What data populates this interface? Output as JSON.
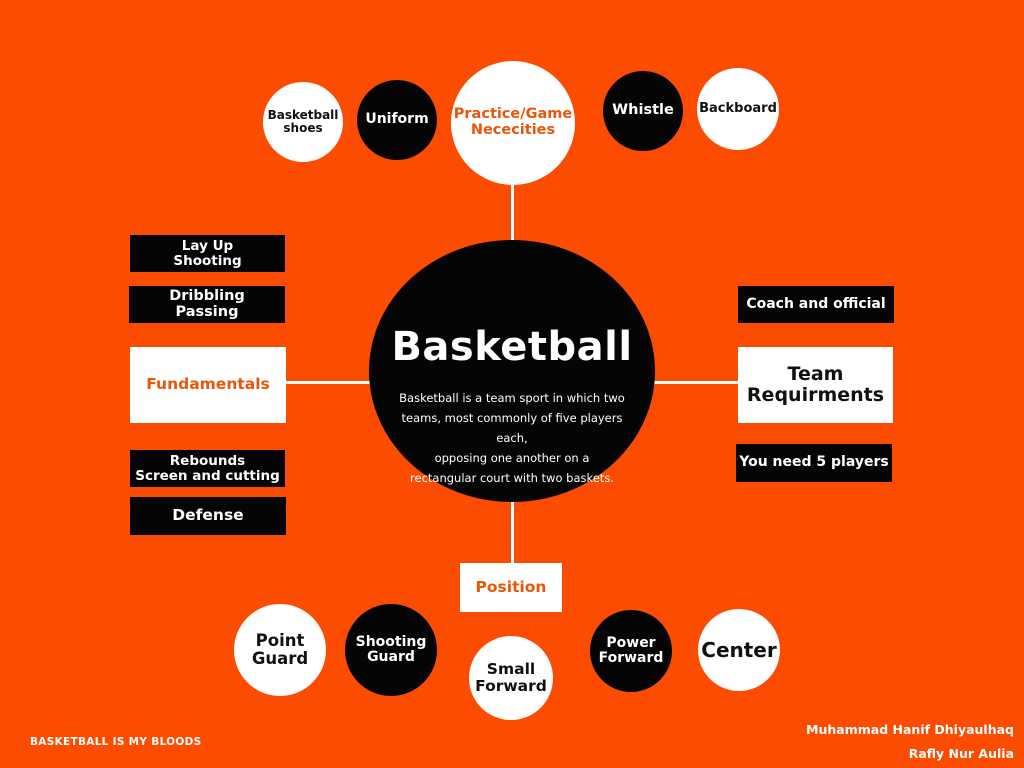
{
  "theme": {
    "background": "#fc4c02",
    "accent_text": "#e8560a",
    "dark": "#050505",
    "light": "#ffffff"
  },
  "center": {
    "title": "Basketball",
    "description": "Basketball is a team sport in which two\nteams, most commonly of five players each,\nopposing one another on a\nrectangular court with two baskets."
  },
  "top": {
    "hub": "Practice/Game\nNececities",
    "items": [
      "Basketball\nshoes",
      "Uniform",
      "Whistle",
      "Backboard"
    ]
  },
  "left": {
    "hub": "Fundamentals",
    "items": [
      "Lay Up\nShooting",
      "Dribbling\nPassing",
      "Rebounds\nScreen and cutting",
      "Defense"
    ]
  },
  "right": {
    "hub": "Team\nRequirments",
    "items": [
      "Coach and official",
      "You need 5 players"
    ]
  },
  "bottom": {
    "hub": "Position",
    "items": [
      "Point\nGuard",
      "Shooting\nGuard",
      "Small\nForward",
      "Power\nForward",
      "Center"
    ]
  },
  "footer": {
    "tagline": "BASKETBALL IS MY BLOODS",
    "author1": "Muhammad Hanif Dhiyaulhaq",
    "author2": "Rafly Nur Aulia"
  }
}
